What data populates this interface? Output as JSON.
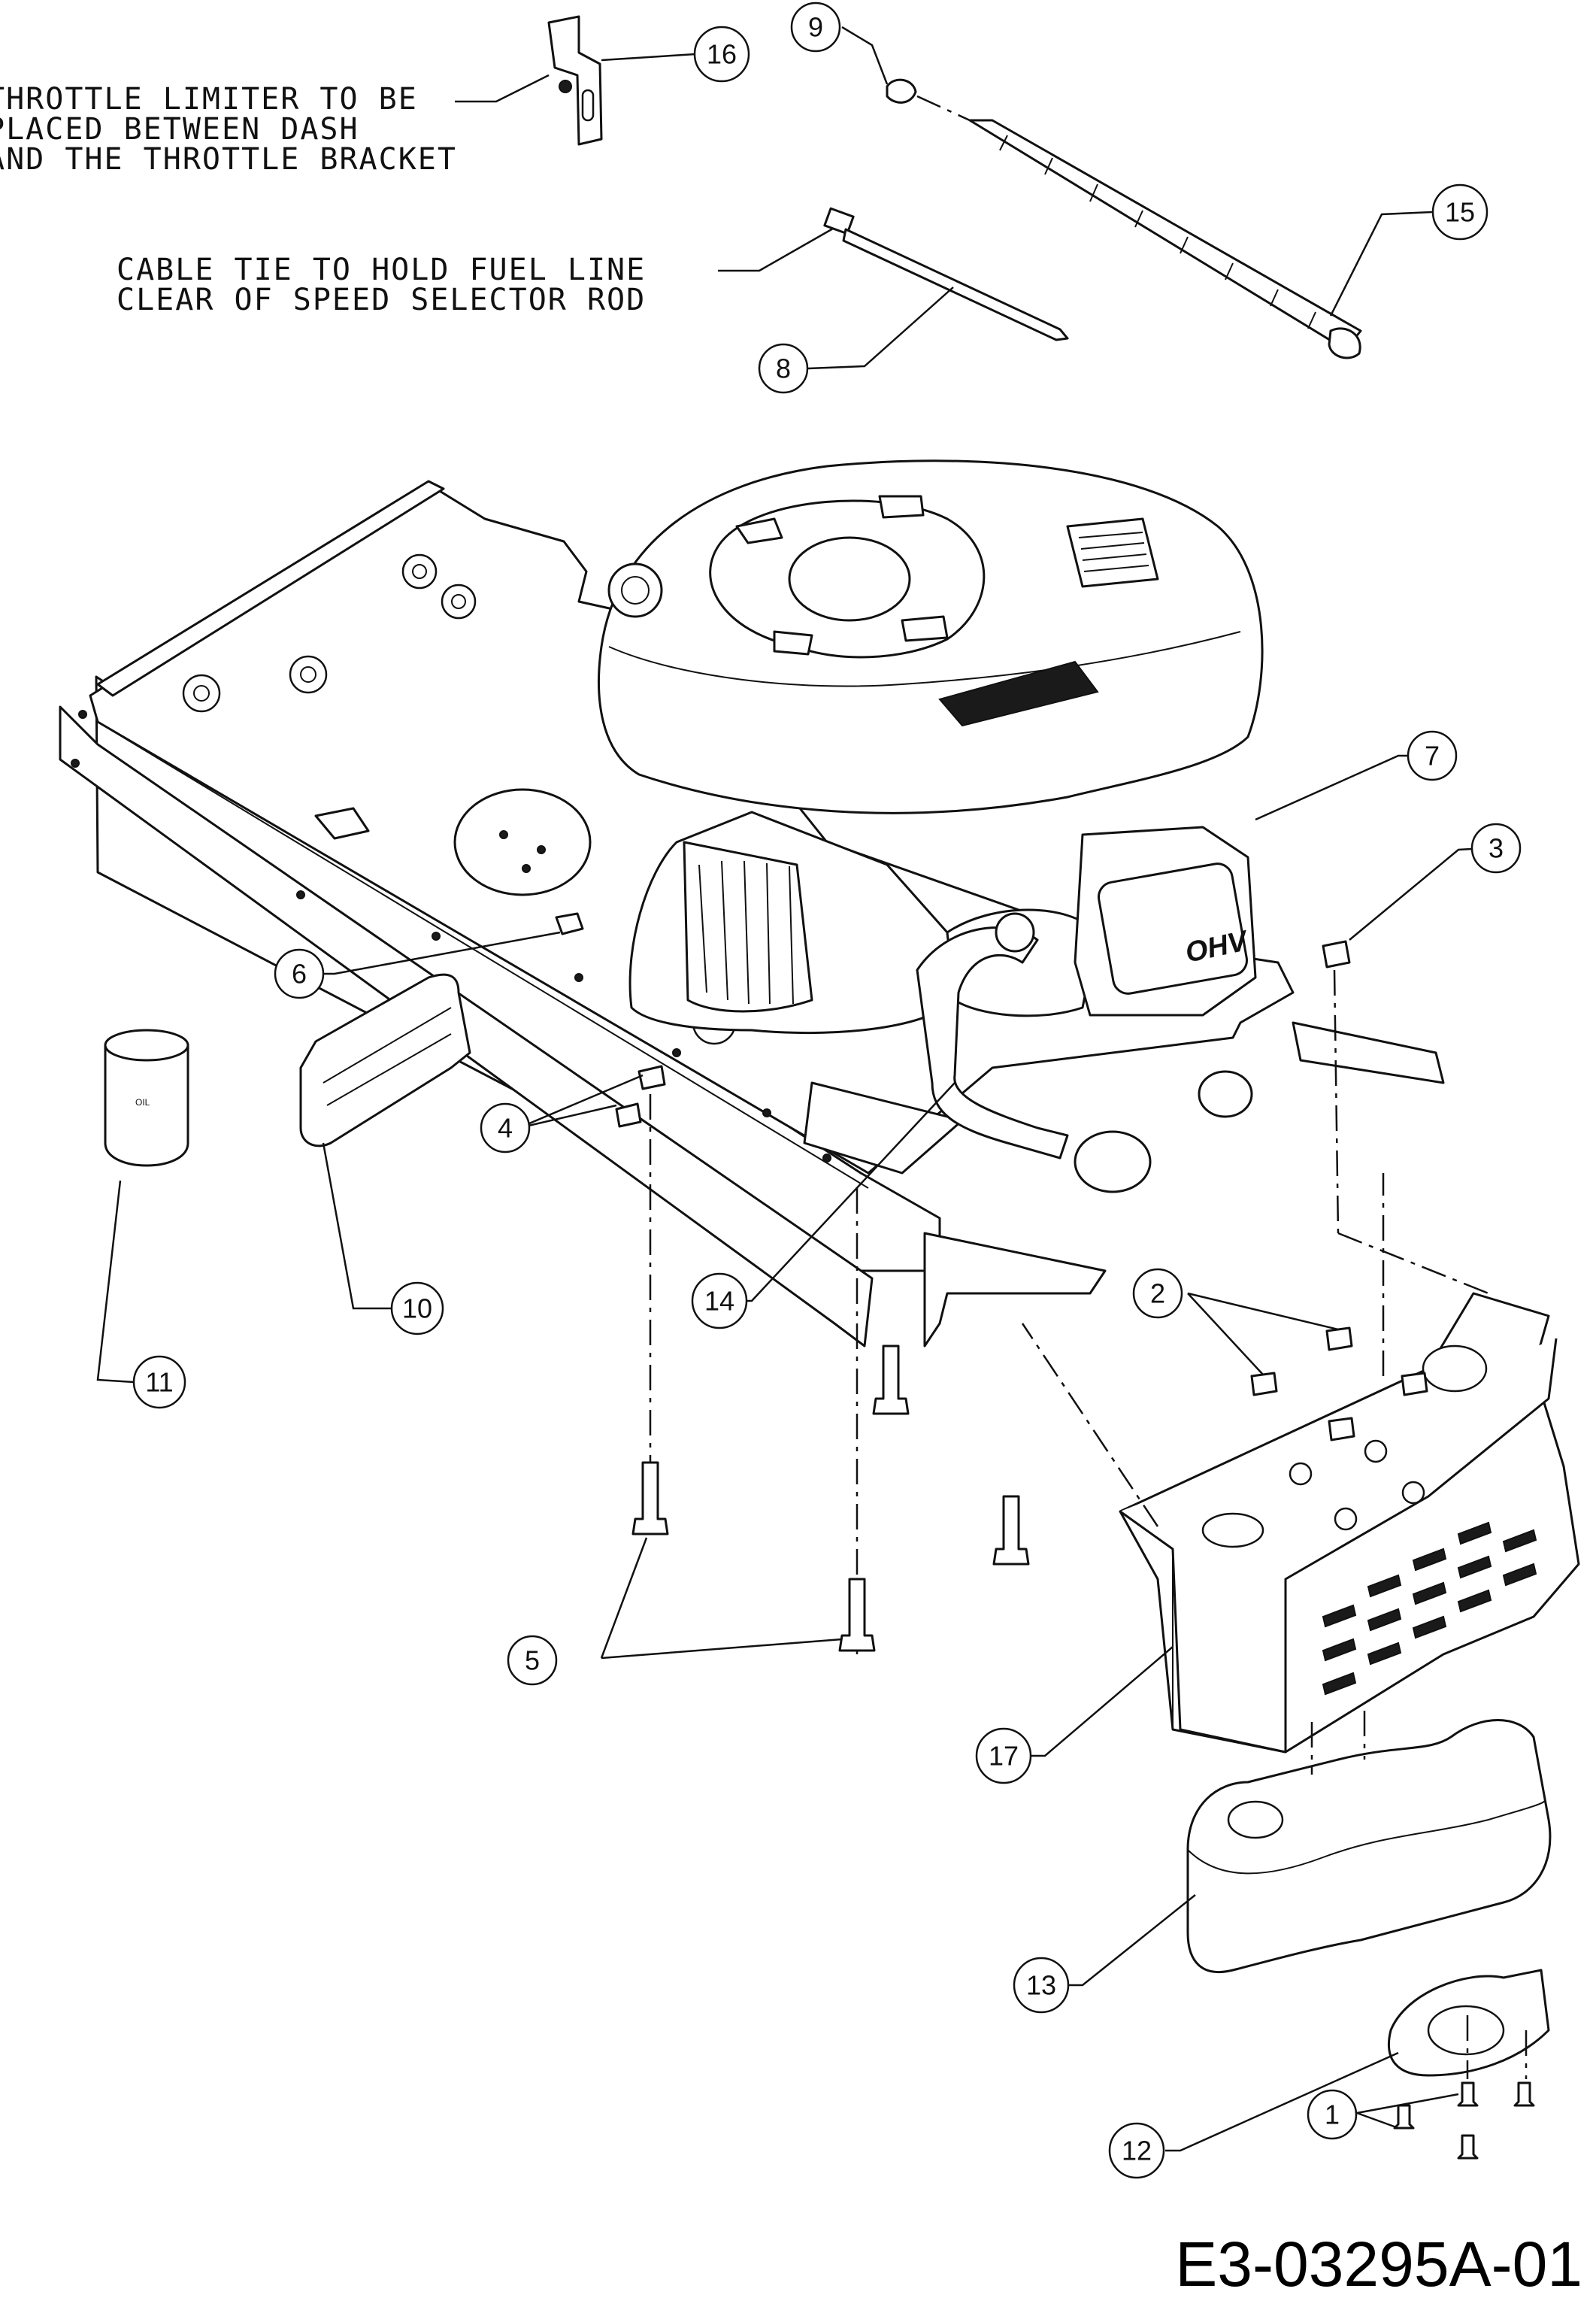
{
  "notes": {
    "throttle_limiter": [
      "THROTTLE LIMITER TO BE",
      "PLACED BETWEEN DASH",
      "AND THE THROTTLE BRACKET"
    ],
    "cable_tie": [
      "CABLE TIE TO HOLD FUEL LINE",
      "CLEAR OF SPEED SELECTOR ROD"
    ]
  },
  "engine_label": "OHV",
  "oil_filter_label": "OIL",
  "callouts": {
    "c1": "1",
    "c2": "2",
    "c3": "3",
    "c4": "4",
    "c5": "5",
    "c6": "6",
    "c7": "7",
    "c8": "8",
    "c9": "9",
    "c10": "10",
    "c11": "11",
    "c12": "12",
    "c13": "13",
    "c14": "14",
    "c15": "15",
    "c16": "16",
    "c17": "17"
  },
  "diagram_id": "E3-03295A-01"
}
